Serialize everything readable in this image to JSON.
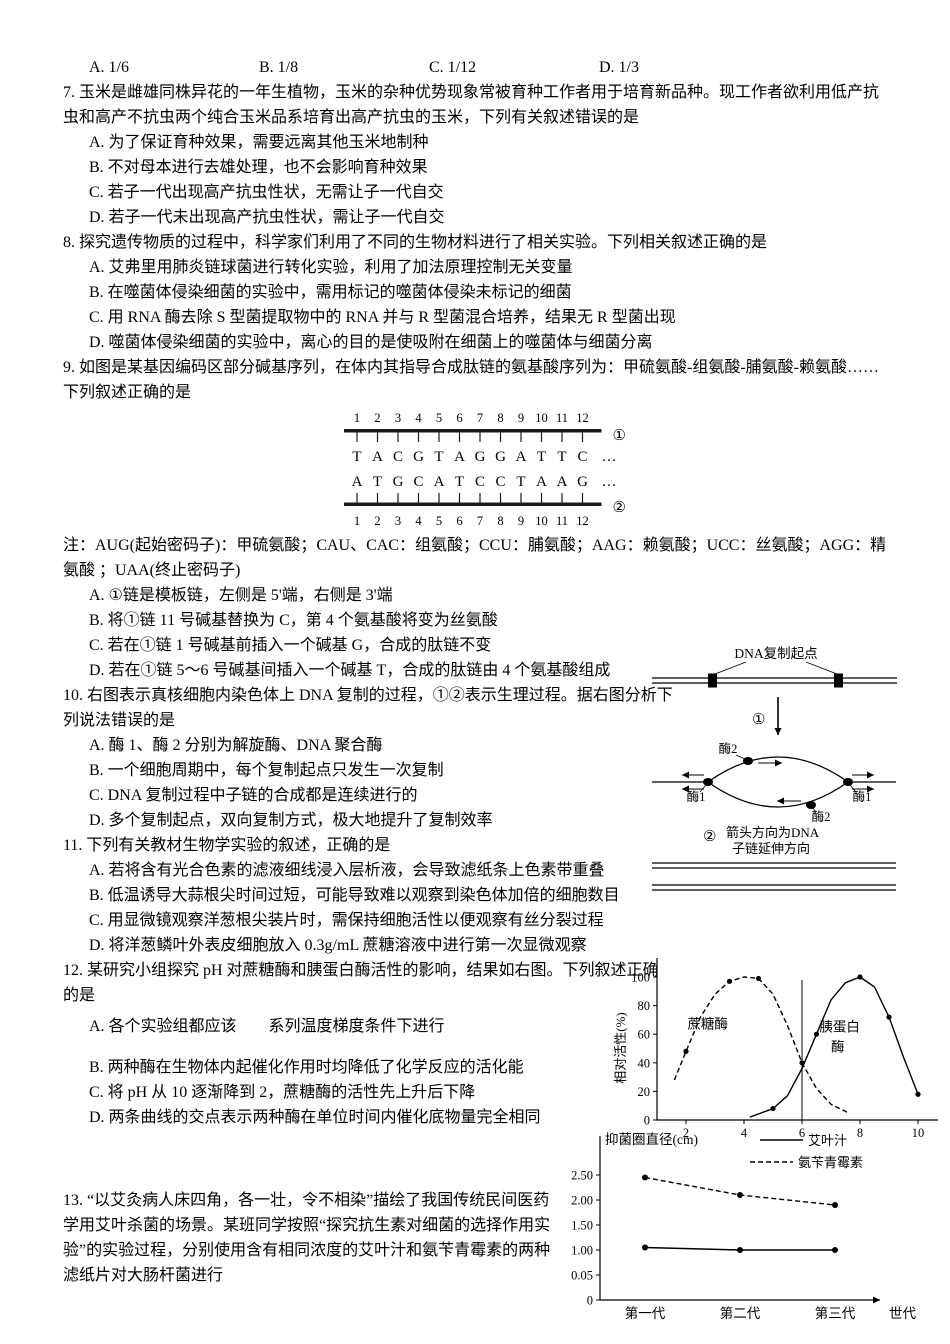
{
  "top_options": [
    "A. 1/6",
    "B. 1/8",
    "C. 1/12",
    "D. 1/3"
  ],
  "q7": {
    "stem": "7. 玉米是雌雄同株异花的一年生植物，玉米的杂种优势现象常被育种工作者用于培育新品种。现工作者欲利用低产抗虫和高产不抗虫两个纯合玉米品系培育出高产抗虫的玉米，下列有关叙述错误的是",
    "options": [
      "A. 为了保证育种效果，需要远离其他玉米地制种",
      "B. 不对母本进行去雄处理，也不会影响育种效果",
      "C. 若子一代出现高产抗虫性状，无需让子一代自交",
      "D. 若子一代未出现高产抗虫性状，需让子一代自交"
    ]
  },
  "q8": {
    "stem": "8. 探究遗传物质的过程中，科学家们利用了不同的生物材料进行了相关实验。下列相关叙述正确的是",
    "options": [
      "A. 艾弗里用肺炎链球菌进行转化实验，利用了加法原理控制无关变量",
      "B. 在噬菌体侵染细菌的实验中，需用标记的噬菌体侵染未标记的细菌",
      "C. 用 RNA 酶去除 S 型菌提取物中的 RNA 并与 R 型菌混合培养，结果无 R 型菌出现",
      "D. 噬菌体侵染细菌的实验中，离心的目的是使吸附在细菌上的噬菌体与细菌分离"
    ]
  },
  "q9": {
    "stem": "9. 如图是某基因编码区部分碱基序列，在体内其指导合成肽链的氨基酸序列为：甲硫氨酸-组氨酸-脯氨酸-赖氨酸……下列叙述正确的是",
    "note": "注：AUG(起始密码子)：甲硫氨酸；CAU、CAC：组氨酸；CCU：脯氨酸；AAG：赖氨酸；UCC：丝氨酸；AGG：精氨酸 ；UAA(终止密码子)",
    "options": [
      "A. ①链是模板链，左侧是 5'端，右侧是 3'端",
      "B. 将①链 11 号碱基替换为 C，第 4 个氨基酸将变为丝氨酸",
      "C. 若在①链 1 号碱基前插入一个碱基 G，合成的肽链不变",
      "D. 若在①链 5～6 号碱基间插入一个碱基 T，合成的肽链由 4 个氨基酸组成"
    ],
    "diagram": {
      "positions": [
        "1",
        "2",
        "3",
        "4",
        "5",
        "6",
        "7",
        "8",
        "9",
        "10",
        "11",
        "12"
      ],
      "strand1_label": "①",
      "strand2_label": "②",
      "strand1_seq": [
        "T",
        "A",
        "C",
        "G",
        "T",
        "A",
        "G",
        "G",
        "A",
        "T",
        "T",
        "C"
      ],
      "strand2_seq": [
        "A",
        "T",
        "G",
        "C",
        "A",
        "T",
        "C",
        "C",
        "T",
        "A",
        "A",
        "G"
      ],
      "ellipsis": "…"
    }
  },
  "q10": {
    "stem": "10. 右图表示真核细胞内染色体上 DNA 复制的过程，①②表示生理过程。据右图分析下列说法错误的是",
    "options": [
      "A. 酶 1、酶 2 分别为解旋酶、DNA 聚合酶",
      "B. 一个细胞周期中，每个复制起点只发生一次复制",
      "C. DNA 复制过程中子链的合成都是连续进行的",
      "D. 多个复制起点，双向复制方式，极大地提升了复制效率"
    ],
    "diagram": {
      "origin_label": "DNA复制起点",
      "step1": "①",
      "step2": "②",
      "enzyme1": "酶1",
      "enzyme2": "酶2",
      "note1": "箭头方向为DNA",
      "note2": "子链延伸方向"
    }
  },
  "q11": {
    "stem": "11. 下列有关教材生物学实验的叙述，正确的是",
    "options": [
      "A. 若将含有光合色素的滤液细线浸入层析液，会导致滤纸条上色素带重叠",
      "B. 低温诱导大蒜根尖时间过短，可能导致难以观察到染色体加倍的细胞数目",
      "C. 用显微镜观察洋葱根尖装片时，需保持细胞活性以便观察有丝分裂过程",
      "D. 将洋葱鳞叶外表皮细胞放入 0.3g/mL 蔗糖溶液中进行第一次显微观察"
    ]
  },
  "q12": {
    "stem": "12. 某研究小组探究 pH 对蔗糖酶和胰蛋白酶活性的影响，结果如右图。下列叙述正确的是",
    "options": [
      "A. 各个实验组都应该　　系列温度梯度条件下进行",
      "B. 两种酶在生物体内起催化作用时均降低了化学反应的活化能",
      "C. 将 pH 从 10 逐渐降到 2，蔗糖酶的活性先上升后下降",
      "D. 两条曲线的交点表示两种酶在单位时间内催化底物量完全相同"
    ]
  },
  "q13": {
    "text": "13. “以艾灸病人床四角，各一壮，令不相染”描绘了我国传统民间医药学用艾叶杀菌的场景。某班同学按照“探究抗生素对细菌的选择作用实验”的实验过程，分别使用含有相同浓度的艾叶汁和氨苄青霉素的两种滤纸片对大肠杆菌进行"
  },
  "chart_data": [
    {
      "id": "ph-activity",
      "type": "line",
      "title": "",
      "xlabel": "",
      "ylabel": "相对活性(%)",
      "x_ticks": [
        2,
        4,
        6,
        8,
        10
      ],
      "y_ticks": [
        0,
        20,
        40,
        60,
        80,
        100
      ],
      "xlim": [
        1,
        10.5
      ],
      "ylim": [
        0,
        105
      ],
      "grid": false,
      "vline_x": 6,
      "series": [
        {
          "name": "蔗糖酶",
          "style": "dashed",
          "points": [
            [
              1.6,
              28
            ],
            [
              2,
              48
            ],
            [
              2.5,
              72
            ],
            [
              3,
              88
            ],
            [
              3.5,
              97
            ],
            [
              4,
              100
            ],
            [
              4.5,
              99
            ],
            [
              5,
              88
            ],
            [
              5.5,
              66
            ],
            [
              6,
              40
            ],
            [
              6.5,
              22
            ],
            [
              7,
              11
            ],
            [
              7.6,
              5
            ]
          ]
        },
        {
          "name": "胰蛋白酶",
          "style": "solid",
          "points": [
            [
              4.2,
              2
            ],
            [
              5,
              8
            ],
            [
              5.5,
              17
            ],
            [
              6,
              36
            ],
            [
              6.5,
              60
            ],
            [
              7,
              84
            ],
            [
              7.5,
              96
            ],
            [
              8,
              100
            ],
            [
              8.5,
              93
            ],
            [
              9,
              72
            ],
            [
              9.5,
              44
            ],
            [
              10,
              18
            ]
          ]
        }
      ],
      "markers": [
        {
          "points": [
            [
              2,
              48
            ],
            [
              3.5,
              97
            ],
            [
              4.5,
              99
            ],
            [
              6,
              40
            ]
          ]
        },
        {
          "points": [
            [
              5,
              8
            ],
            [
              6.5,
              60
            ],
            [
              8,
              100
            ],
            [
              9,
              72
            ],
            [
              10,
              18
            ]
          ]
        }
      ],
      "curve_labels": [
        {
          "text": "蔗糖酶",
          "x": 2.05,
          "y": 64
        },
        {
          "text": "胰蛋白",
          "x": 6.6,
          "y": 62
        },
        {
          "text": "酶",
          "x": 7.0,
          "y": 48
        }
      ]
    },
    {
      "id": "inhibition-diameter",
      "type": "line",
      "title": "抑菌圈直径(cm)",
      "xlabel": "世代",
      "categories": [
        "第一代",
        "第二代",
        "第三代"
      ],
      "y_tick_labels": [
        "0",
        "0.05",
        "1.00",
        "1.50",
        "2.00",
        "2.50"
      ],
      "ylim": [
        0,
        2.5
      ],
      "legend_position": "top-right",
      "series": [
        {
          "name": "艾叶汁",
          "style": "solid",
          "values": [
            1.05,
            1.0,
            1.0
          ]
        },
        {
          "name": "氨苄青霉素",
          "style": "dashed",
          "values": [
            2.45,
            2.1,
            1.9
          ]
        }
      ]
    }
  ]
}
